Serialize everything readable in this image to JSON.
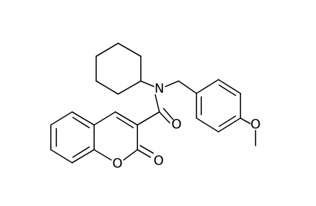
{
  "atoms": {
    "n_amide": "N",
    "o_carbonyl_amide": "O",
    "o_ring": "O",
    "o_lactone": "O",
    "o_methoxy": "O"
  },
  "colors": {
    "bond": "#000000",
    "label": "#000000",
    "background": "#ffffff"
  }
}
